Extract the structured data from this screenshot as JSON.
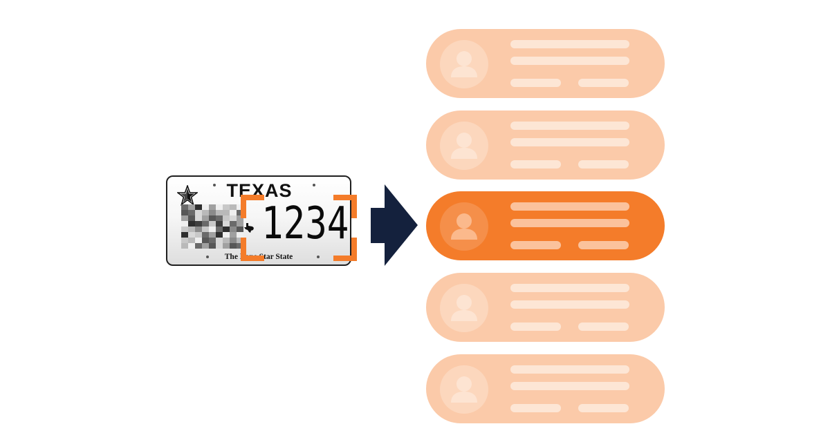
{
  "plate": {
    "state": "TEXAS",
    "slogan": "The Lone Star State",
    "number": "1234"
  },
  "colors": {
    "accent": "#f47c2a",
    "accent_faded": "#fbcaa9",
    "avatar_faded": "#fcd7bd",
    "text_line": "#fde6d5",
    "arrow": "#14213d",
    "plate_border": "#1f1f1f"
  },
  "records": [
    {
      "highlighted": false
    },
    {
      "highlighted": false
    },
    {
      "highlighted": true
    },
    {
      "highlighted": false
    },
    {
      "highlighted": false
    }
  ]
}
